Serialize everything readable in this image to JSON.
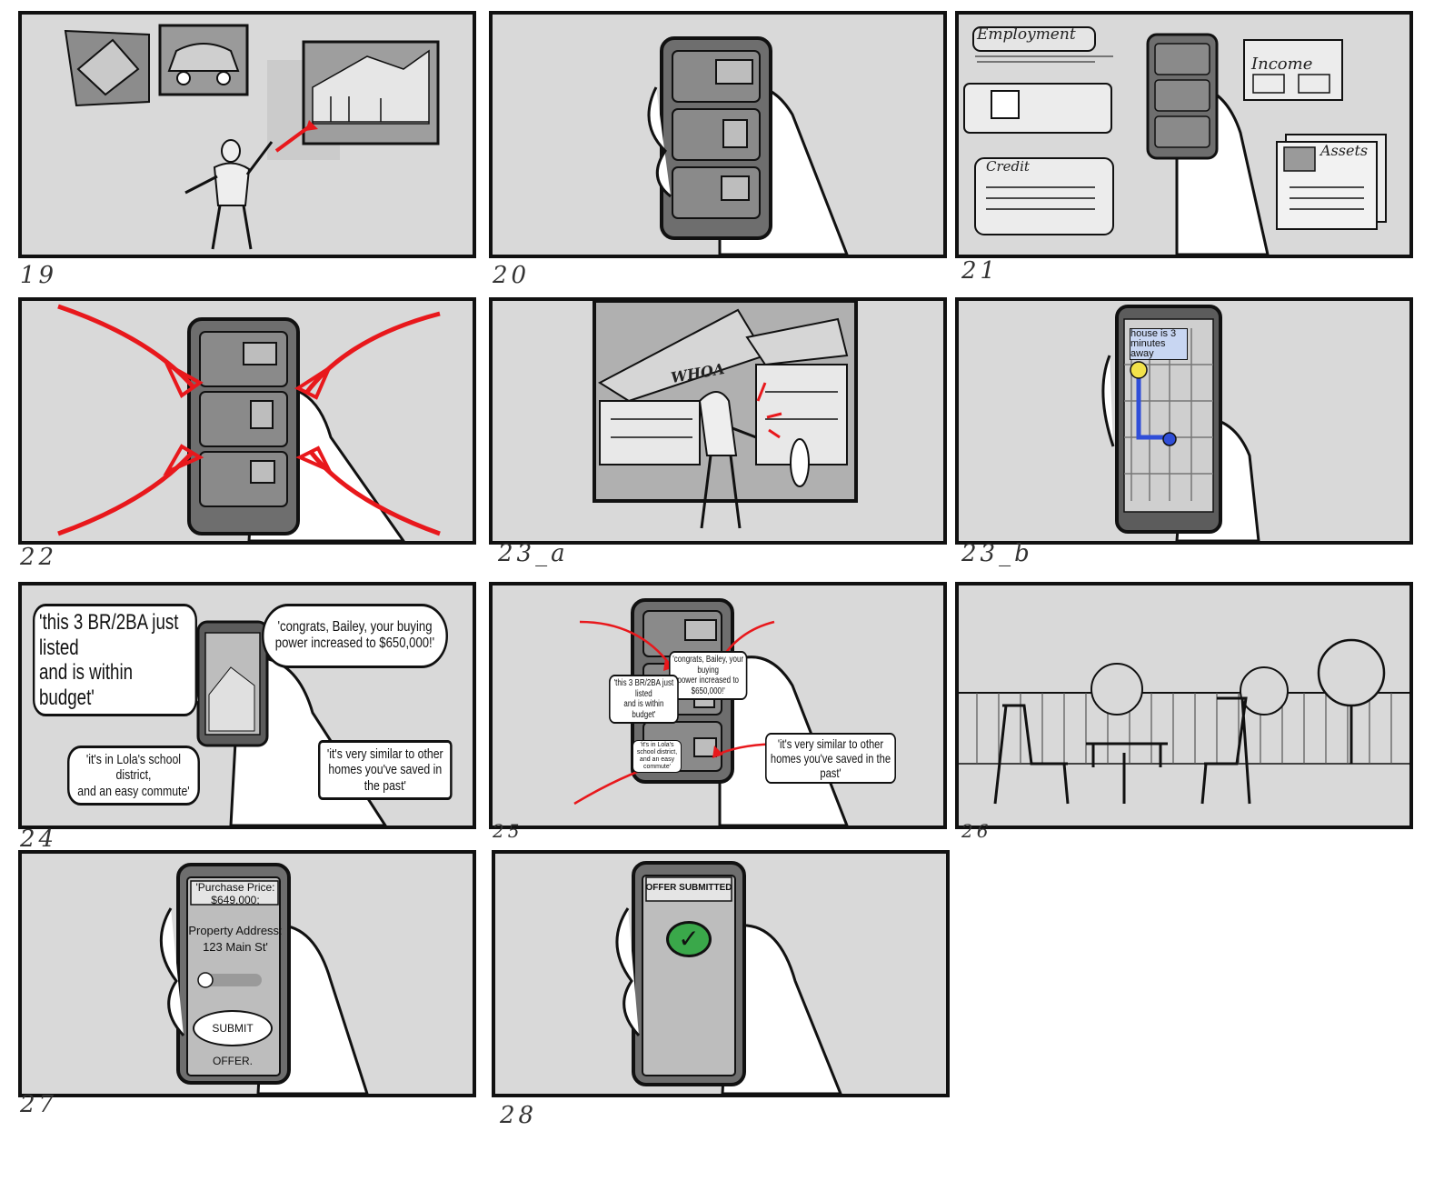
{
  "panels": [
    {
      "label": "19"
    },
    {
      "label": "20"
    },
    {
      "label": "21"
    },
    {
      "label": "22"
    },
    {
      "label": "23_a"
    },
    {
      "label": "23_b"
    },
    {
      "label": "24"
    },
    {
      "label": "25"
    },
    {
      "label": "26"
    },
    {
      "label": "27"
    },
    {
      "label": "28"
    }
  ],
  "p21": {
    "employment": "Employment",
    "income": "Income",
    "credit": "Credit",
    "assets": "Assets"
  },
  "p23a": {
    "whoa": "WHOA"
  },
  "p23b": {
    "map_note": "house is 3\nminutes away"
  },
  "p24": {
    "b1": "'this 3 BR/2BA just listed\nand is within budget'",
    "b2": "'congrats, Bailey, your buying\npower increased to $650,000!'",
    "b3": "'it's in Lola's school district,\nand an easy commute'",
    "b4": "'it's very similar to other\nhomes you've saved in the past'"
  },
  "p25": {
    "b1": "'congrats, Bailey, your buying\npower increased to $650,000!'",
    "b2": "'this 3 BR/2BA just listed\nand is within budget'",
    "b3": "'it's in Lola's school district,\nand an easy commute'",
    "b4": "'it's very similar to other\nhomes you've saved in the past'"
  },
  "p27": {
    "price": "'Purchase Price: $649,000;",
    "address": "Property Address:\n123 Main St'",
    "submit": "SUBMIT OFFER."
  },
  "p28": {
    "status": "OFFER SUBMITTED",
    "check_icon": "check-icon"
  },
  "colors": {
    "panel_bg": "#d9d9d9",
    "accent_red": "#e8181c",
    "check_green": "#3aa84a",
    "map_pin_yellow": "#f2e24a",
    "map_route_blue": "#2f4ed8"
  }
}
